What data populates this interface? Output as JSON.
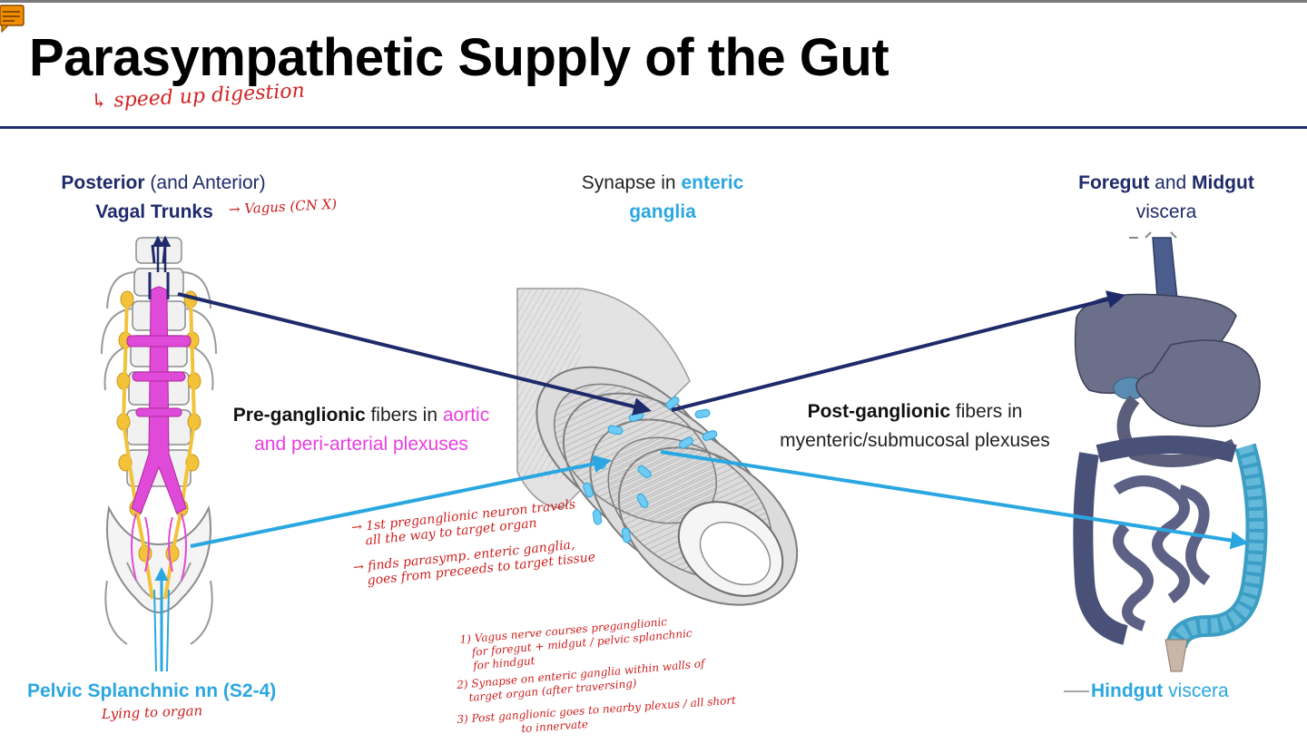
{
  "title": "Parasympathetic Supply of the Gut",
  "subtitle_note": "↳ speed up digestion",
  "labels": {
    "vagal": {
      "line1_bold": "Posterior",
      "line1_rest": " (and Anterior)",
      "line2_bold": "Vagal Trunks",
      "note": "→ Vagus (CN X)"
    },
    "synapse": {
      "prefix": "Synapse in ",
      "highlight": "enteric",
      "line2": "ganglia"
    },
    "foregut": {
      "bold1": "Foregut",
      "mid": " and ",
      "bold2": "Midgut",
      "line2": "viscera"
    },
    "preganglionic": {
      "bold": "Pre-ganglionic",
      "mid": " fibers in ",
      "pink1": "aortic",
      "line2": "and peri-arterial plexuses"
    },
    "postganglionic": {
      "bold": "Post-ganglionic",
      "mid": " fibers in",
      "line2": "myenteric/submucosal plexuses"
    },
    "pelvic": {
      "text": "Pelvic Splanchnic nn (S2-4)",
      "note": "Lying to organ"
    },
    "hindgut": {
      "bold": "Hindgut",
      "rest": " viscera"
    }
  },
  "notes": {
    "mid1_line1": "→ 1st preganglionic neuron travels",
    "mid1_line2": "all the way to target organ",
    "mid2_line1": "→ finds parasymp. enteric ganglia,",
    "mid2_line2": "goes from preceeds to target tissue",
    "low1_line1": "1) Vagus nerve courses preganglionic",
    "low1_line2": "for foregut + midgut / pelvic splanchnic",
    "low1_line3": "for hindgut",
    "low2_line1": "2) Synapse on enteric ganglia within walls of",
    "low2_line2": "target organ (after traversing)",
    "low3_line1": "3) Post ganglionic goes to nearby plexus / all short",
    "low3_line2": "to innervate"
  },
  "colors": {
    "navy": "#1f2a6b",
    "blue": "#2aa7e0",
    "magenta": "#e83ee0",
    "ganglia_yellow": "#f2c238",
    "note_red": "#cc1f1f"
  }
}
